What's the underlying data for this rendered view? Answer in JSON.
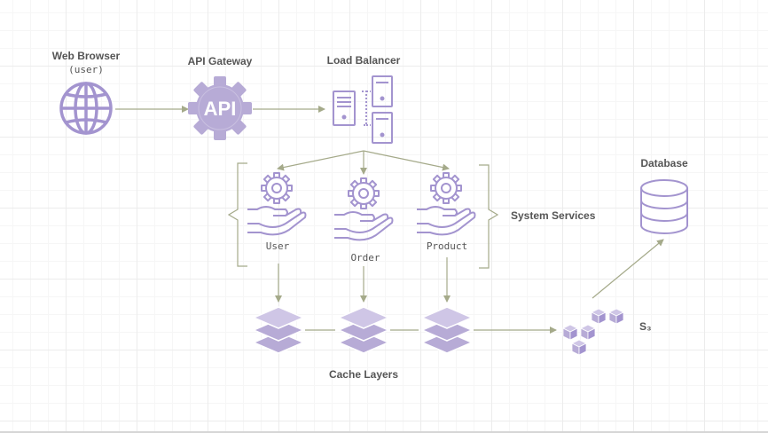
{
  "diagram": {
    "nodes": {
      "web_browser": {
        "title": "Web Browser",
        "subtitle": "(user)"
      },
      "api_gateway": {
        "title": "API Gateway",
        "icon_text": "API"
      },
      "load_balancer": {
        "title": "Load Balancer"
      },
      "database": {
        "title": "Database"
      },
      "system_services": {
        "title": "System Services"
      },
      "services": [
        {
          "label": "User"
        },
        {
          "label": "Order"
        },
        {
          "label": "Product"
        }
      ],
      "cache_layers": {
        "title": "Cache Layers"
      },
      "s3": {
        "title": "S₃"
      }
    },
    "colors": {
      "icon_fill": "#b7abd6",
      "icon_stroke": "#a394cf",
      "icon_light": "#cfc6e6",
      "arrow": "#a5aa8a",
      "text": "#555555"
    }
  }
}
